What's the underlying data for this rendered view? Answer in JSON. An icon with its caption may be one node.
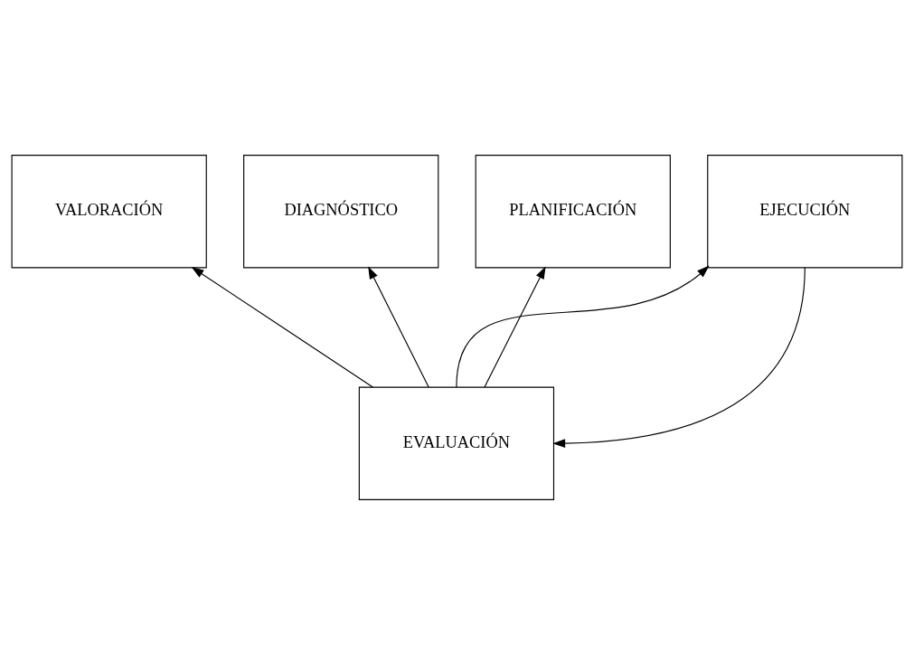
{
  "diagram": {
    "nodes": [
      {
        "text": [
          "VALORACIÓN"
        ]
      },
      {
        "text": [
          "DIAGNÓSTICO"
        ]
      },
      {
        "text": [
          "PLANIFICACIÓN"
        ]
      },
      {
        "text": [
          "EJECUCIÓN"
        ]
      },
      {
        "text": [
          "EVALUACIÓN"
        ]
      }
    ],
    "edges": [
      {
        "from": 4,
        "to": 0,
        "arrow": "to"
      },
      {
        "from": 4,
        "to": 1,
        "arrow": "to"
      },
      {
        "from": 4,
        "to": 2,
        "arrow": "to"
      },
      {
        "from": 4,
        "to": 3,
        "arrow": "to"
      },
      {
        "from": 3,
        "to": 4,
        "arrow": "to"
      }
    ]
  }
}
